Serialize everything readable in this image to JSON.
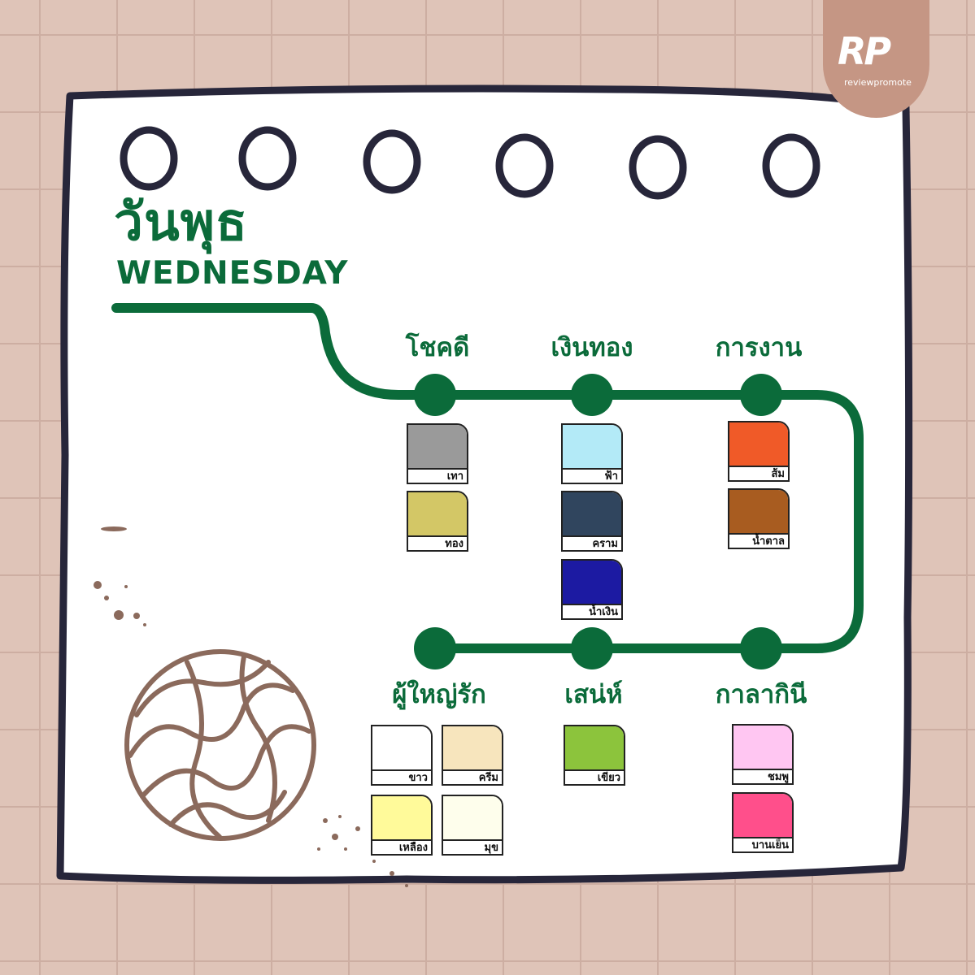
{
  "day": {
    "thai": "วันพุธ",
    "english": "WEDNESDAY"
  },
  "brand": {
    "mark": "RP",
    "name": "reviewpromote",
    "color": "#c59684"
  },
  "accent": "#0b6b3a",
  "categories": [
    {
      "id": "luck",
      "label": "โชคดี",
      "swatches": [
        {
          "name": "เทา",
          "color": "#9a9a9a"
        },
        {
          "name": "ทอง",
          "color": "#d3c766"
        }
      ]
    },
    {
      "id": "money",
      "label": "เงินทอง",
      "swatches": [
        {
          "name": "ฟ้า",
          "color": "#b3eaf7"
        },
        {
          "name": "คราม",
          "color": "#30455e"
        },
        {
          "name": "น้ำเงิน",
          "color": "#1c1aa2"
        }
      ]
    },
    {
      "id": "work",
      "label": "การงาน",
      "swatches": [
        {
          "name": "ส้ม",
          "color": "#f05a28"
        },
        {
          "name": "น้ำตาล",
          "color": "#a85c20"
        }
      ]
    },
    {
      "id": "elders",
      "label": "ผู้ใหญ่รัก",
      "swatches": [
        {
          "name": "ขาว",
          "color": "#ffffff"
        },
        {
          "name": "ครีม",
          "color": "#f7e5bd"
        },
        {
          "name": "เหลือง",
          "color": "#fffa9a"
        },
        {
          "name": "มุข",
          "color": "#fefeec"
        }
      ]
    },
    {
      "id": "charm",
      "label": "เสน่ห์",
      "swatches": [
        {
          "name": "เขียว",
          "color": "#8cc43c"
        }
      ]
    },
    {
      "id": "misfortune",
      "label": "กาลากินี",
      "swatches": [
        {
          "name": "ชมพู",
          "color": "#ffc6f2"
        },
        {
          "name": "บานเย็น",
          "color": "#ff4f8b"
        }
      ]
    }
  ]
}
